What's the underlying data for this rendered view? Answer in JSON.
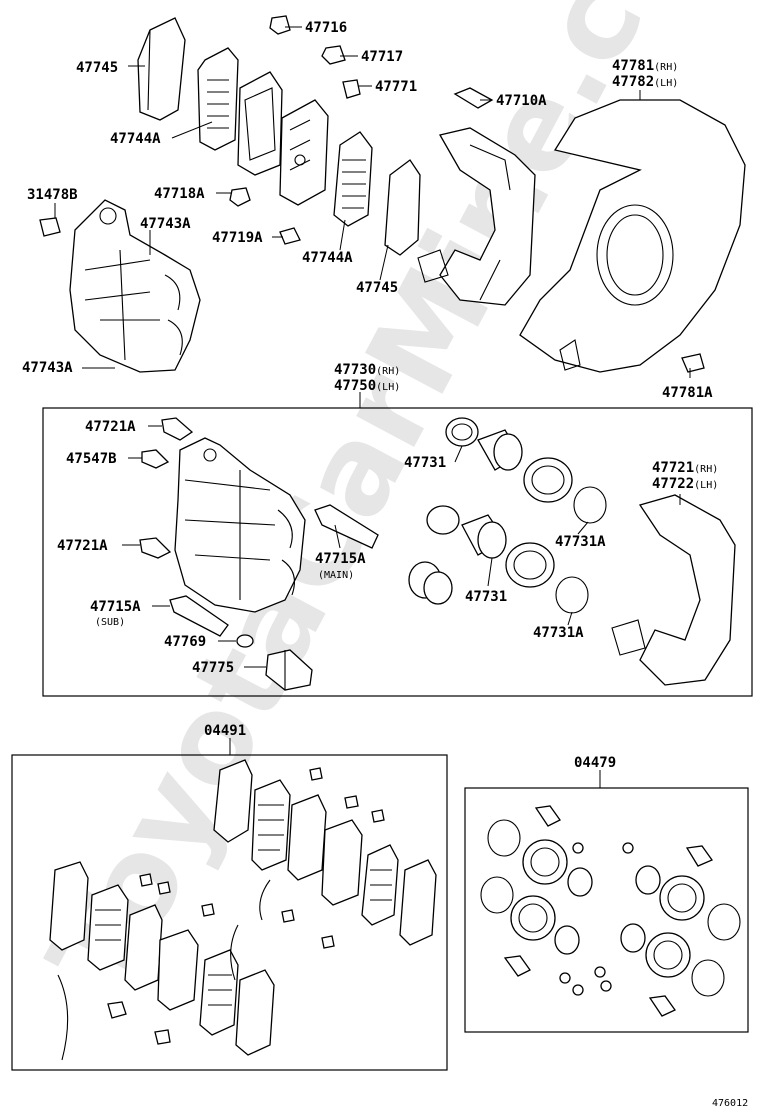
{
  "watermark": "ToyotaCarMine.com",
  "figure_code": "476012",
  "labels": {
    "p47745_top": "47745",
    "p47716": "47716",
    "p47717": "47717",
    "p47771": "47771",
    "p47710A": "47710A",
    "p47781": "47781",
    "p47781_sfx": "(RH)",
    "p47782": "47782",
    "p47782_sfx": "(LH)",
    "p47744A_top": "47744A",
    "p31478B": "31478B",
    "p47718A": "47718A",
    "p47743A_top": "47743A",
    "p47719A": "47719A",
    "p47744A_mid": "47744A",
    "p47745_mid": "47745",
    "p47743A_bot": "47743A",
    "p47781A": "47781A",
    "p47730": "47730",
    "p47730_sfx": "(RH)",
    "p47750": "47750",
    "p47750_sfx": "(LH)",
    "p47721A_1": "47721A",
    "p47547B": "47547B",
    "p47731_1": "47731",
    "p47721": "47721",
    "p47721_sfx": "(RH)",
    "p47722": "47722",
    "p47722_sfx": "(LH)",
    "p47721A_2": "47721A",
    "p47715A_main": "47715A",
    "p47715A_main_note": "(MAIN)",
    "p47731A_1": "47731A",
    "p47715A_sub": "47715A",
    "p47715A_sub_note": "(SUB)",
    "p47731_2": "47731",
    "p47769": "47769",
    "p47731A_2": "47731A",
    "p47775": "47775",
    "p04491": "04491",
    "p04479": "04479"
  }
}
